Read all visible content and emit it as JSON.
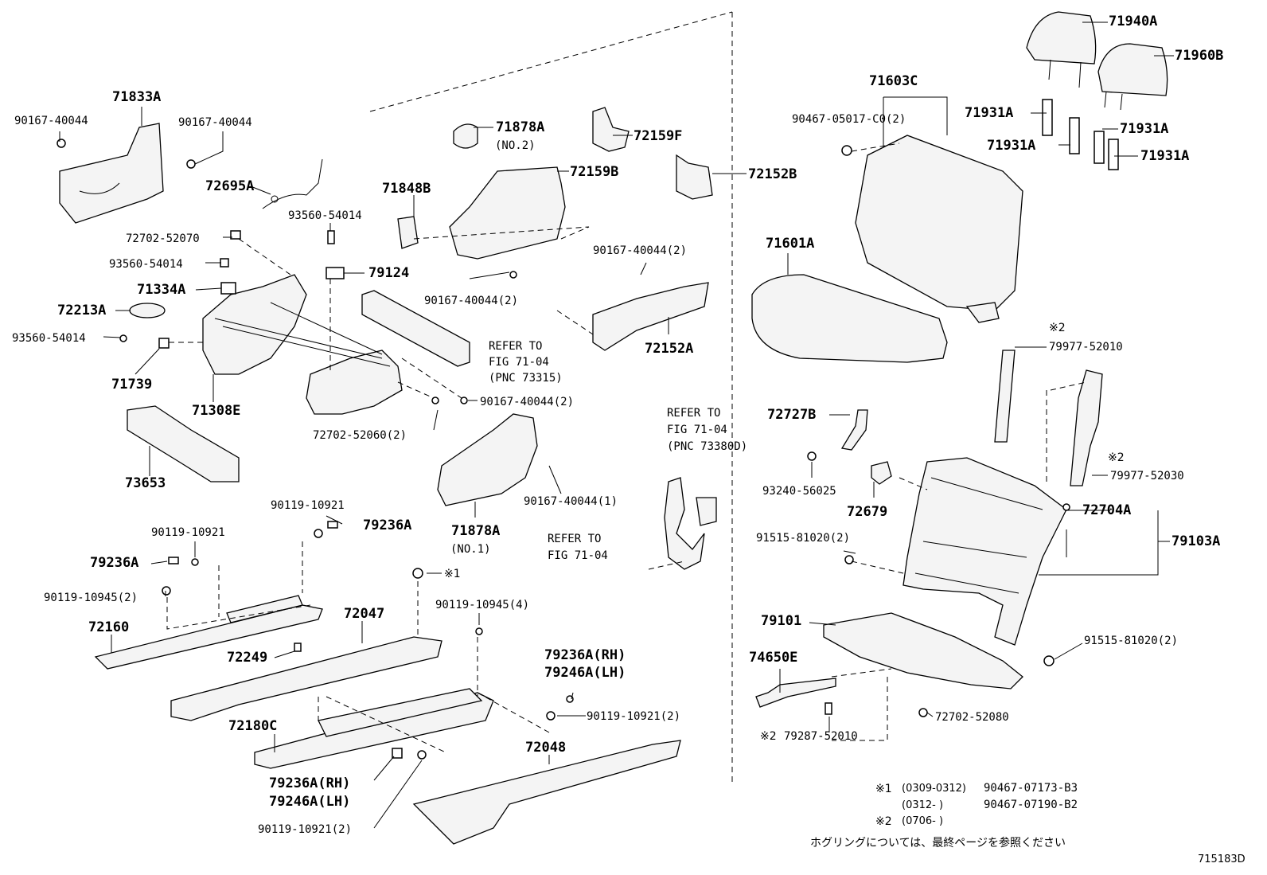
{
  "diagram": {
    "parts": {
      "p71833A": "71833A",
      "p90167_40044_a": "90167-40044",
      "p90167_40044_b": "90167-40044",
      "p72695A": "72695A",
      "p93560_54014_a": "93560-54014",
      "p72702_52070": "72702-52070",
      "p93560_54014_b": "93560-54014",
      "p71334A": "71334A",
      "p72213A": "72213A",
      "p93560_54014_c": "93560-54014",
      "p71739": "71739",
      "p71308E": "71308E",
      "p73653": "73653",
      "p71878A_no2": "71878A",
      "p71878A_no2_sub": "(NO.2)",
      "p72159F": "72159F",
      "p72159B": "72159B",
      "p71848B": "71848B",
      "p79124": "79124",
      "p90167_40044_c": "90167-40044(2)",
      "p72152B": "72152B",
      "p90167_40044_d": "90167-40044(2)",
      "p72152A": "72152A",
      "p90167_40044_e": "90167-40044(2)",
      "p72702_52060": "72702-52060(2)",
      "p90167_40044_f": "90167-40044(1)",
      "p71878A_no1": "71878A",
      "p71878A_no1_sub": "(NO.1)",
      "p90119_10921_a": "90119-10921",
      "p79236A_a": "79236A",
      "p90119_10921_b": "90119-10921",
      "p79236A_b": "79236A",
      "p90119_10945_a": "90119-10945(2)",
      "p72160": "72160",
      "p72047": "72047",
      "p72249": "72249",
      "p90119_10945_b": "90119-10945(4)",
      "p79236A_rh_a": "79236A(RH)",
      "p79246A_lh_a": "79246A(LH)",
      "p90119_10921_c": "90119-10921(2)",
      "p72180C": "72180C",
      "p72048": "72048",
      "p79236A_rh_b": "79236A(RH)",
      "p79246A_lh_b": "79246A(LH)",
      "p90119_10921_d": "90119-10921(2)",
      "p71940A": "71940A",
      "p71960B": "71960B",
      "p71603C": "71603C",
      "p90467_05017": "90467-05017-C0(2)",
      "p71931A_a": "71931A",
      "p71931A_b": "71931A",
      "p71931A_c": "71931A",
      "p71931A_d": "71931A",
      "p71601A": "71601A",
      "p79977_52010": "79977-52010",
      "p79977_52030": "79977-52030",
      "p72727B": "72727B",
      "p93240_56025": "93240-56025",
      "p72679": "72679",
      "p72704A": "72704A",
      "p79103A": "79103A",
      "p91515_81020_a": "91515-81020(2)",
      "p79101": "79101",
      "p91515_81020_b": "91515-81020(2)",
      "p74650E": "74650E",
      "p72702_52080": "72702-52080",
      "p79287_52010": "79287-52010",
      "mark1": "※1",
      "mark2a": "※2",
      "mark2b": "※2",
      "mark2c": "※2"
    },
    "refs": {
      "ref1_l1": "REFER TO",
      "ref1_l2": "FIG 71-04",
      "ref1_l3": "(PNC 73315)",
      "ref2_l1": "REFER TO",
      "ref2_l2": "FIG 71-04",
      "ref2_l3": "(PNC 73380D)",
      "ref3_l1": "REFER TO",
      "ref3_l2": "FIG 71-04"
    },
    "notes": {
      "n1_mark": "※1",
      "n1_range": "(0309-0312)",
      "n1_part": "90467-07173-B3",
      "n2_range": "(0312-     )",
      "n2_part": "90467-07190-B2",
      "n3_mark": "※2",
      "n3_range": "(0706-     )",
      "jp_note": "ホグリングについては、最終ページを参照ください",
      "figure_code": "715183D"
    }
  }
}
